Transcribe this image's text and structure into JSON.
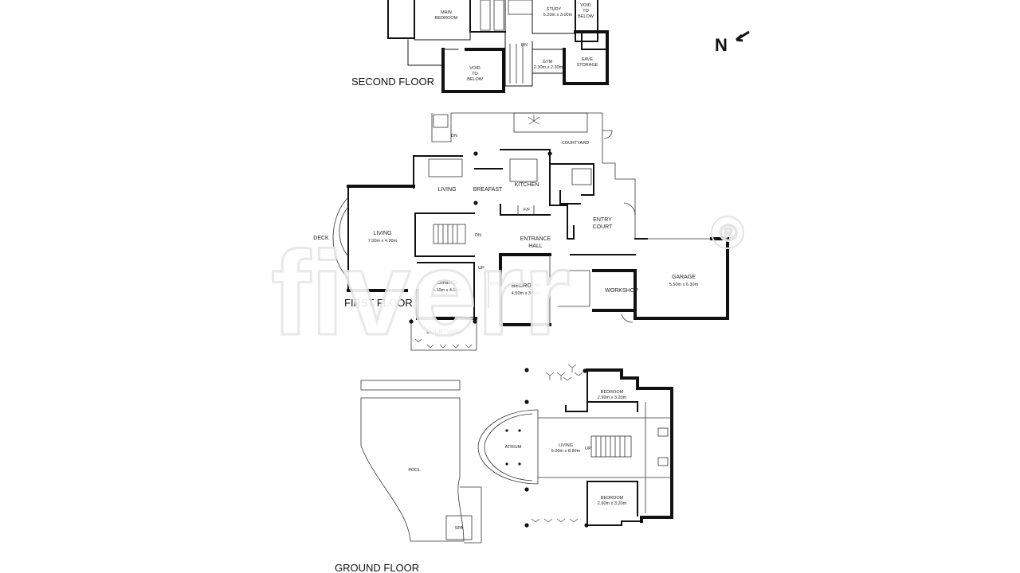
{
  "north_label": "N",
  "watermark": {
    "text": "fiverr",
    "mark": "®"
  },
  "floors": {
    "second": {
      "title": "SECOND FLOOR",
      "rooms": {
        "main_bedroom": [
          "MAIN",
          "BEDROOM"
        ],
        "study": [
          "STUDY",
          "5.20m x 3.00m"
        ],
        "void_right": [
          "VOID",
          "TO",
          "BELOW"
        ],
        "void_left": [
          "VOID",
          "TO",
          "BELOW"
        ],
        "gym": [
          "GYM",
          "2.30m x 2.30m"
        ],
        "eave_storage": [
          "EAVE",
          "STORAGE"
        ],
        "dn": "DN"
      }
    },
    "first": {
      "title": "FIRST FLOOR",
      "rooms": {
        "courtyard_top": "COURTYARD",
        "dn_top": "DN",
        "living_upper": "LIVING",
        "breakfast": "BREAFAST",
        "kitchen": "KITCHEN",
        "ff": "F/F",
        "entry_court": [
          "ENTRY",
          "COURT"
        ],
        "deck": "DECK",
        "living_main": [
          "LIVING",
          "7.00m x 4.90m"
        ],
        "dn_stair": "DN",
        "entrance_hall": [
          "ENTRANCE",
          "HALL"
        ],
        "up": "UP",
        "dining": [
          "DINING",
          "4.10m x 4.00m"
        ],
        "wir": "WIR",
        "bedroom": [
          "BEDROOM",
          "4.50m x 3.00m"
        ],
        "workshop": "WORKSHOP",
        "garage": [
          "GARAGE",
          "5.50m x 6.30m"
        ],
        "courtyard_bottom": "COURTYARD"
      }
    },
    "ground": {
      "title": "GROUND FLOOR",
      "rooms": {
        "pool": "POOL",
        "spa": "SPA",
        "atrium": "ATRIUM",
        "living": [
          "LIVING",
          "5.00m x 8.80m"
        ],
        "up": "UP",
        "bedroom_top": [
          "BEDROOM",
          "2.90m x 3.20m"
        ],
        "bedroom_bottom": [
          "BEDROOM",
          "2.90m x 3.20m"
        ]
      }
    }
  }
}
